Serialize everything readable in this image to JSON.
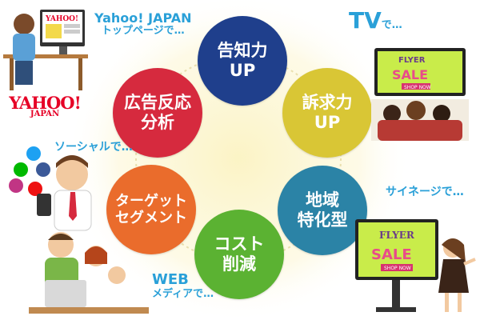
{
  "colors": {
    "navy": "#1f3f8c",
    "yellow": "#d9c635",
    "teal": "#2b83a6",
    "green": "#5bb232",
    "orange": "#ea6c2c",
    "red": "#d62a3e",
    "caption": "#2aa0d8"
  },
  "circles": {
    "top": {
      "line1": "告知力",
      "line2": "UP"
    },
    "upper_right": {
      "line1": "訴求力",
      "line2": "UP"
    },
    "lower_right": {
      "line1": "地域",
      "line2": "特化型"
    },
    "bottom": {
      "line1": "コスト",
      "line2": "削減"
    },
    "lower_left": {
      "line1": "ターゲット",
      "line2": "セグメント"
    },
    "upper_left": {
      "line1": "広告反応",
      "line2": "分析"
    }
  },
  "captions": {
    "yahoo": {
      "line1": "Yahoo! JAPAN",
      "line2": "トップページで…"
    },
    "tv": {
      "big": "TV",
      "small": "で…"
    },
    "signage": "サイネージで…",
    "social": "ソーシャルで…",
    "web": {
      "line1": "WEB",
      "line2": "メディアで…"
    }
  },
  "logos": {
    "yahoo_main": "YAHOO!",
    "yahoo_sub": "JAPAN",
    "monitor_brand": "YAHOO!"
  },
  "flyer": {
    "title": "FLYER",
    "sale": "SALE",
    "button": "SHOP NOW"
  },
  "icons": [
    "twitter-icon",
    "facebook-icon",
    "instagram-icon",
    "youtube-icon",
    "line-icon"
  ]
}
